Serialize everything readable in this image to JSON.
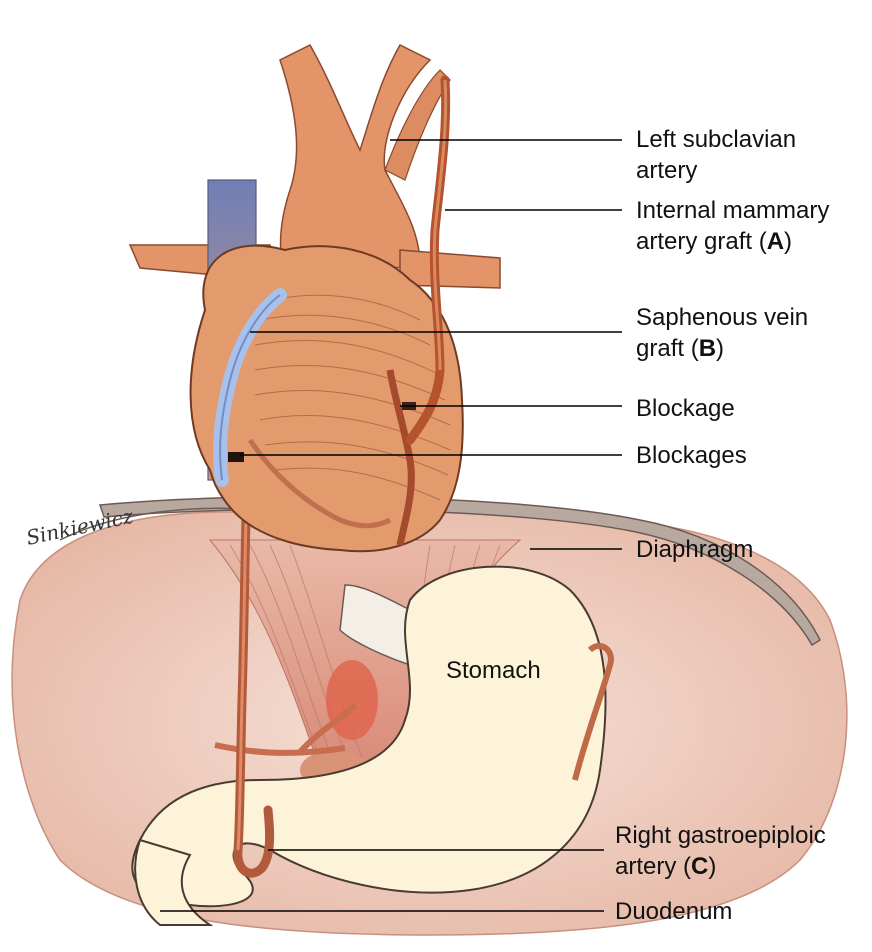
{
  "labels": {
    "left_subclavian": {
      "line1": "Left subclavian",
      "line2": "artery"
    },
    "internal_mammary": {
      "line1": "Internal mammary",
      "line2_prefix": "artery graft (",
      "letter": "A",
      "suffix": ")"
    },
    "saphenous_vein": {
      "line1": "Saphenous vein",
      "line2_prefix": "graft (",
      "letter": "B",
      "suffix": ")"
    },
    "blockage": "Blockage",
    "blockages": "Blockages",
    "diaphragm": "Diaphragm",
    "stomach": "Stomach",
    "right_gastroepiploic": {
      "line1": "Right gastroepiploic",
      "line2_prefix": "artery (",
      "letter": "C",
      "suffix": ")"
    },
    "duodenum": "Duodenum"
  },
  "signature": "Sinkiewicz",
  "colors": {
    "tissue": "#e89a6a",
    "artery": "#b84a2e",
    "vein_blue": "#8aa6d8",
    "stomach": "#fdf3d8",
    "abdomen": "#f1d3c6",
    "muscle": "#e4b0a2"
  }
}
